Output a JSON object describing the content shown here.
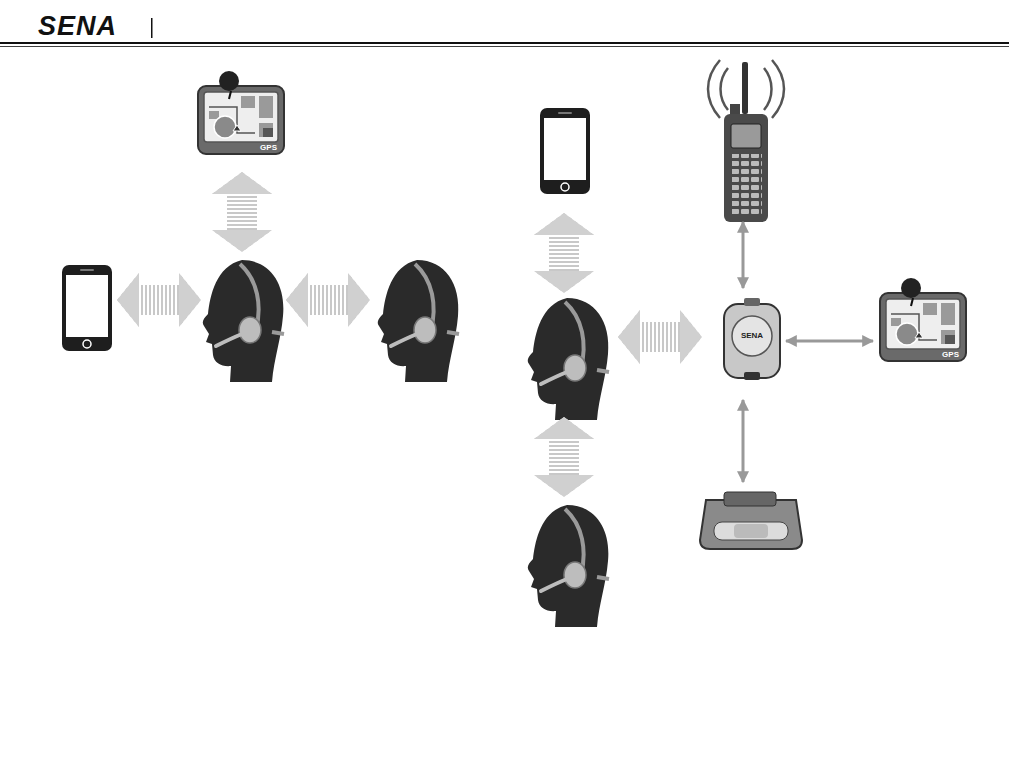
{
  "diagram": {
    "nodes": [
      {
        "text": [
          "GPS"
        ]
      },
      {
        "text": [
          "SENA"
        ]
      },
      {
        "text": [
          "GPS"
        ]
      }
    ],
    "edges": [
      {
        "from": 1,
        "to": 2,
        "arrow": "both"
      }
    ],
    "labels": [
      "SENA"
    ]
  }
}
